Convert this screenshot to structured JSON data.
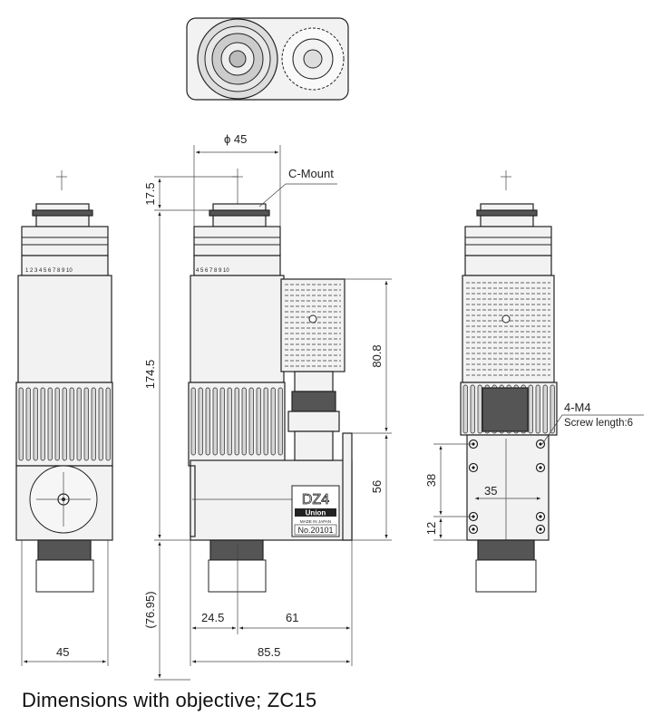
{
  "caption": "Dimensions with objective; ZC15",
  "dimensions": {
    "diameter": "ϕ 45",
    "c_mount": "C-Mount",
    "d_17_5": "17.5",
    "d_174_5": "174.5",
    "d_76_95": "(76.95)",
    "d_80_8": "80.8",
    "d_56": "56",
    "d_24_5": "24.5",
    "d_61": "61",
    "d_85_5": "85.5",
    "d_45_bottom": "45",
    "d_38": "38",
    "d_12": "12",
    "d_35": "35",
    "tapped_holes": "4-M4",
    "screw_length": "Screw length:6"
  },
  "label_plate": {
    "model": "DZ4",
    "brand": "Union",
    "origin": "MADE IN JAPAN",
    "number": "No.20101"
  },
  "scale_marks": {
    "left_view": "1 2 3 4 5 6 7 8 9 10",
    "front_view": "4 5 6 7 8 9 10"
  }
}
